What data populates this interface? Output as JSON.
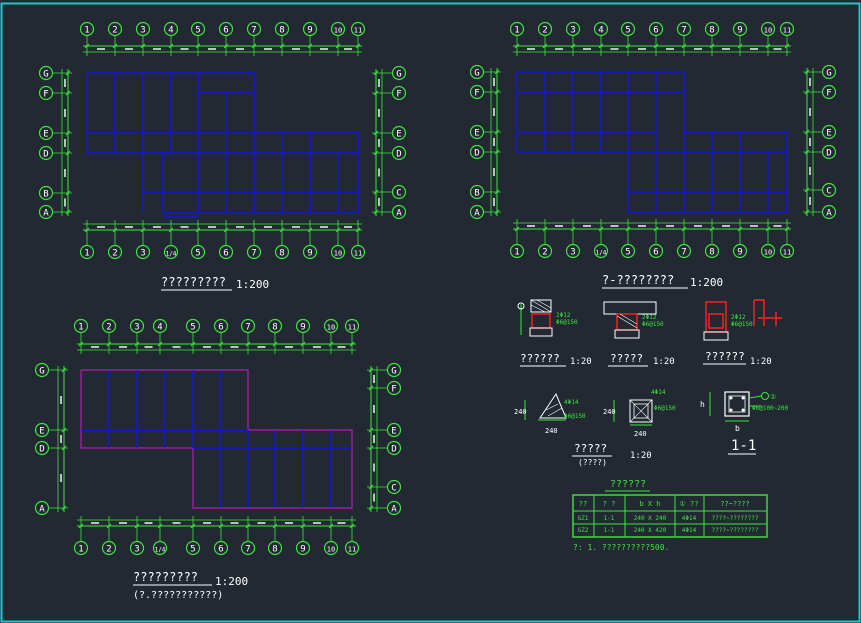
{
  "colors": {
    "background": "#222933",
    "frame": "#1ec8c8",
    "dim": "#3ce63c",
    "grid_text": "#ffffff",
    "beam": "#1414e6",
    "beam_alt": "#a01ea0",
    "section_red": "#ff2222",
    "table": "#3ce63c"
  },
  "plan1": {
    "top_axes": [
      "1",
      "2",
      "3",
      "4",
      "5",
      "6",
      "7",
      "8",
      "9",
      "10",
      "11"
    ],
    "bottom_axes": [
      "1",
      "2",
      "3",
      "1/4",
      "5",
      "6",
      "7",
      "8",
      "9",
      "10",
      "11"
    ],
    "left_axes": [
      "G",
      "F",
      "E",
      "D",
      "B",
      "A"
    ],
    "right_axes": [
      "G",
      "F",
      "E",
      "D",
      "C",
      "A"
    ],
    "title": "?????????",
    "scale": "1:200"
  },
  "plan2": {
    "top_axes": [
      "1",
      "2",
      "3",
      "4",
      "5",
      "6",
      "7",
      "8",
      "9",
      "10",
      "11"
    ],
    "bottom_axes": [
      "1",
      "2",
      "3",
      "1/4",
      "5",
      "6",
      "7",
      "8",
      "9",
      "10",
      "11"
    ],
    "left_axes": [
      "G",
      "F",
      "E",
      "D",
      "B",
      "A"
    ],
    "right_axes": [
      "G",
      "F",
      "E",
      "D",
      "C",
      "A"
    ],
    "title": "?-????????",
    "scale": "1:200"
  },
  "plan3": {
    "top_axes": [
      "1",
      "2",
      "3",
      "4",
      "5",
      "6",
      "7",
      "8",
      "9",
      "10",
      "11"
    ],
    "bottom_axes": [
      "1",
      "2",
      "3",
      "1/4",
      "5",
      "6",
      "7",
      "8",
      "9",
      "10",
      "11"
    ],
    "left_axes": [
      "G",
      "E",
      "D",
      "A"
    ],
    "right_axes": [
      "G",
      "F",
      "E",
      "D",
      "C",
      "A"
    ],
    "title": "?????????",
    "subtitle": "(?.???????????)",
    "scale": "1:200"
  },
  "details": {
    "d1_title": "??????",
    "d1_scale": "1:20",
    "d2_title": "?????",
    "d2_scale": "1:20",
    "d3_title": "??????",
    "d3_scale": "1:20",
    "d4_title": "?????",
    "d4_sub": "(????)",
    "d4_scale": "1:20",
    "d4_rebar": "4Φ14",
    "d4_stirrup": "Φ6@150",
    "d4_dim": "240",
    "d5_rebar": "4Φ14",
    "d5_stirrup": "Φ6@150",
    "d5_dim": "240",
    "d6_label": "1-1",
    "d6_b": "b",
    "d6_h": "h",
    "d6_callout": "①",
    "d6_stirrup": "Φ6@100~200",
    "d1_rebar": "2Φ12",
    "d1_stirrup": "Φ6@150",
    "d2_rebar": "2Φ12",
    "d2_stirrup": "Φ6@150",
    "d3_rebar": "2Φ12",
    "d3_stirrup": "Φ6@150"
  },
  "table": {
    "title": "??????",
    "headers": [
      "??",
      "? ?",
      "b X h",
      "① ??",
      "??~????"
    ],
    "rows": [
      [
        "GZ1",
        "1-1",
        "240 X 240",
        "4Φ14",
        "????~????????"
      ],
      [
        "GZ2",
        "1-1",
        "240 X 420",
        "4Φ14",
        "????~????????"
      ]
    ],
    "note": "?: 1. ??????????500."
  }
}
